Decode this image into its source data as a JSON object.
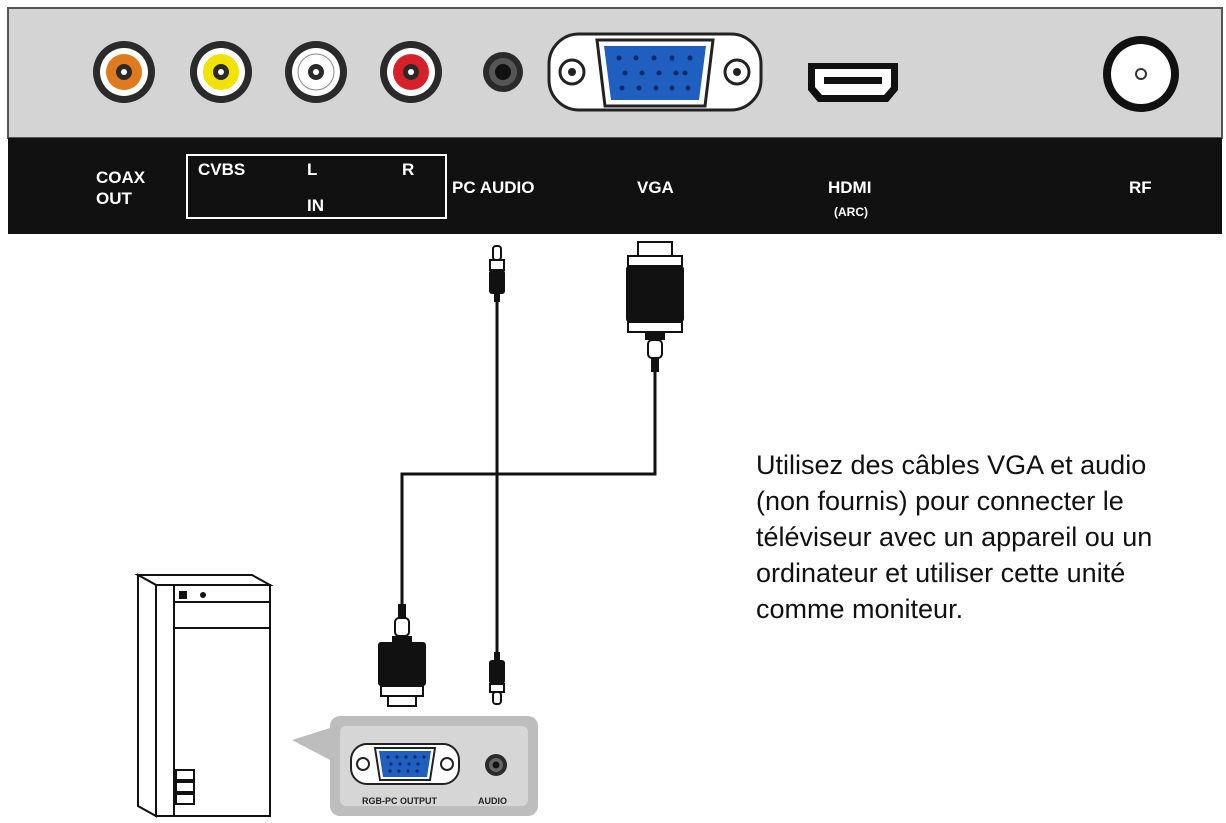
{
  "panel": {
    "labels": {
      "coax_line1": "COAX",
      "coax_line2": "OUT",
      "cvbs": "CVBS",
      "left": "L",
      "right": "R",
      "in": "IN",
      "pc_audio": "PC AUDIO",
      "vga": "VGA",
      "hdmi": "HDMI",
      "hdmi_sub": "(ARC)",
      "rf": "RF"
    },
    "jack_colors": {
      "coax": "#e07a1f",
      "cvbs": "#f2e200",
      "left": "#ffffff",
      "right": "#d8202a"
    },
    "vga_port_color": "#1f5fc0"
  },
  "pc_panel": {
    "rgb_label": "RGB-PC OUTPUT",
    "audio_label": "AUDIO"
  },
  "instructions": {
    "line1": "Utilisez des câbles VGA et audio",
    "line2": "(non fournis) pour connecter le",
    "line3": "téléviseur avec un appareil ou un",
    "line4": "ordinateur et utiliser cette unité",
    "line5": "comme moniteur."
  }
}
